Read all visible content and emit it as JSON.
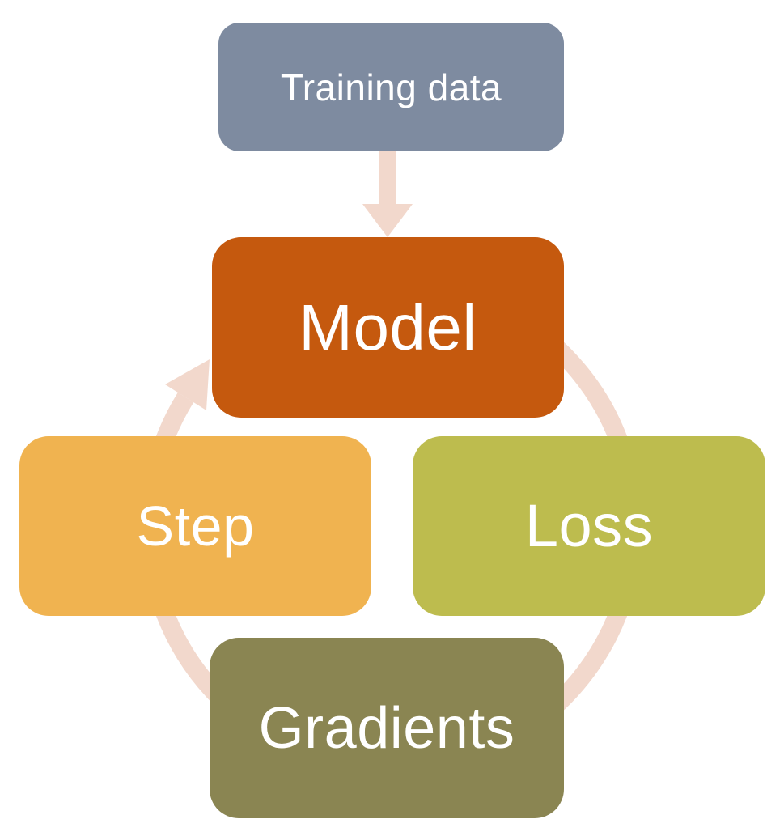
{
  "diagram": {
    "type": "cycle-flowchart",
    "nodes": {
      "training_data": {
        "label": "Training data",
        "color": "#7e8ba0"
      },
      "model": {
        "label": "Model",
        "color": "#c5590e"
      },
      "loss": {
        "label": "Loss",
        "color": "#bdbc4e"
      },
      "gradients": {
        "label": "Gradients",
        "color": "#8a8552"
      },
      "step": {
        "label": "Step",
        "color": "#f0b350"
      }
    },
    "connectors": {
      "arrow_color": "#f2d8cc",
      "input_edge": "Training data to Model",
      "cycle_order": "Model, Loss, Gradients, Step, back to Model"
    }
  }
}
